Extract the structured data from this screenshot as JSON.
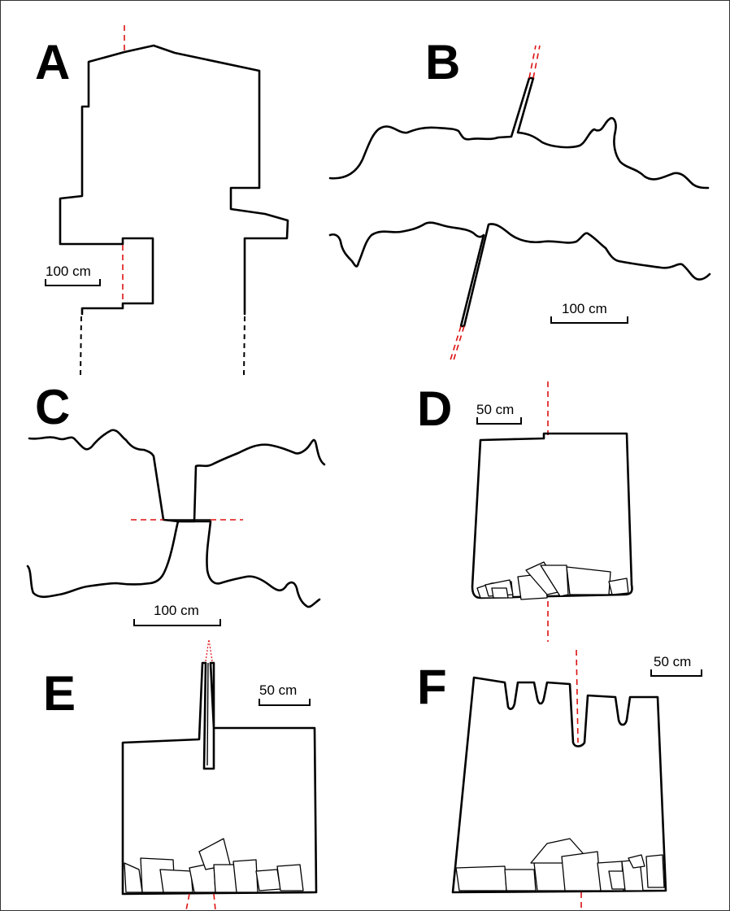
{
  "panels": [
    {
      "id": "A",
      "label": "A",
      "scale_label": "100 cm"
    },
    {
      "id": "B",
      "label": "B",
      "scale_label": "100 cm"
    },
    {
      "id": "C",
      "label": "C",
      "scale_label": "100 cm"
    },
    {
      "id": "D",
      "label": "D",
      "scale_label": "50 cm"
    },
    {
      "id": "E",
      "label": "E",
      "scale_label": "50 cm"
    },
    {
      "id": "F",
      "label": "F",
      "scale_label": "50 cm"
    }
  ],
  "colors": {
    "outline": "#000000",
    "fracture": "#dd1111",
    "background": "#ffffff"
  }
}
